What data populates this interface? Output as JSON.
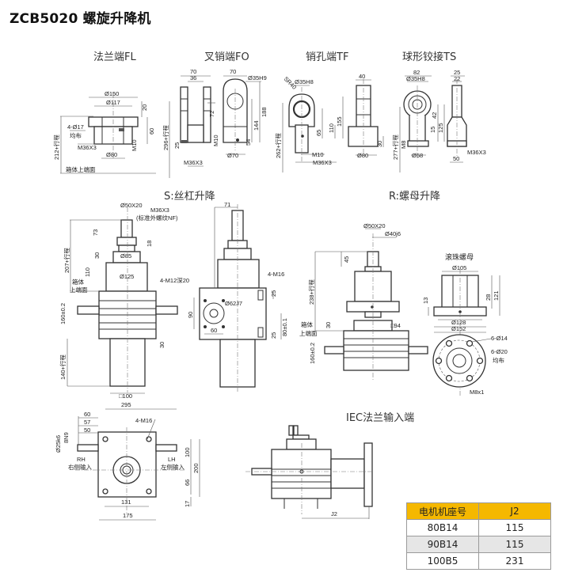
{
  "title": "ZCB5020 螺旋升降机",
  "sections": {
    "fl": "法兰端FL",
    "fo": "叉销端FO",
    "tf": "销孔端TF",
    "ts": "球形铰接TS",
    "s_lift": "S:丝杠升降",
    "r_lift": "R:螺母升降",
    "iec": "IEC法兰输入端",
    "ball_nut": "滚珠螺母"
  },
  "dims": {
    "fl": {
      "d150": "Ø150",
      "d117": "Ø117",
      "d20": "20",
      "d60": "60",
      "holes": "4-Ø17",
      "even": "均布",
      "thread": "M36X3",
      "m10": "M10",
      "d80": "Ø80",
      "stroke": "212+行程",
      "ref": "箱体上端面"
    },
    "fo": {
      "w70a": "70",
      "w36": "36",
      "w70b": "70",
      "pin": "Ø35H9",
      "h72": "72",
      "h144": "144",
      "h188": "188",
      "h54": "54",
      "h25": "25",
      "m10": "M10",
      "d70": "Ø70",
      "thread": "M36X3",
      "stroke": "296+行程"
    },
    "tf": {
      "sr": "SR40",
      "pin": "Ø35H8",
      "w40": "40",
      "h155": "155",
      "h110": "110",
      "h65": "65",
      "h30": "30",
      "m10": "M10",
      "thread": "M36X3",
      "d80": "Ø80",
      "stroke": "262+行程"
    },
    "ts": {
      "w82": "82",
      "pin": "Ø35H8",
      "w25": "25",
      "w22": "22",
      "h42": "42",
      "h125": "125",
      "h15": "15",
      "m8": "M8",
      "d58": "Ø58",
      "w50": "50",
      "thread": "M36X3",
      "stroke": "277+行程"
    },
    "s": {
      "d50": "Ø50X20",
      "thread": "M36X3",
      "thread_note": "(标准外螺纹NF)",
      "h73": "73",
      "h18": "18",
      "h30": "30",
      "d85": "Ø85",
      "h110": "110",
      "d125": "Ø125",
      "box1": "箱体",
      "box2": "上端面",
      "stroke1": "207+行程",
      "h160": "160±0.2",
      "h30b": "30",
      "stroke2": "140+行程",
      "sq100": "□100",
      "w71": "71",
      "m12": "4-M12深20",
      "m16": "4-M16",
      "h25a": "25",
      "d62": "Ø62J7",
      "h90": "90",
      "w60": "60",
      "h25b": "25",
      "h80": "80±0.1"
    },
    "r": {
      "d50": "Ø50X20",
      "d40": "Ø40j6",
      "h45": "45",
      "stroke": "238+行程",
      "h30": "30",
      "sq94": "□94",
      "box1": "箱体",
      "box2": "上端面",
      "h160": "160±0.2",
      "d105": "Ø105",
      "h13": "13",
      "h28": "28",
      "h121": "121",
      "d128": "Ø128",
      "d152": "Ø152",
      "h6": "6-Ø14",
      "h6b": "6-Ø20",
      "even": "均布",
      "m8": "M8x1"
    },
    "top": {
      "w295": "295",
      "w60": "60",
      "w57": "57",
      "w50": "50",
      "d25": "Ø25k6",
      "key": "8N9",
      "m16": "4-M16",
      "rh": "RH",
      "rh_cn": "右侧输入",
      "lh": "LH",
      "lh_cn": "左侧输入",
      "h100": "100",
      "h200": "200",
      "h66": "66",
      "h17": "17",
      "w131": "131",
      "w175": "175"
    },
    "iec": {
      "j2": "J2"
    }
  },
  "motor_table": {
    "headers": [
      "电机机座号",
      "J2"
    ],
    "rows": [
      [
        "80B14",
        "115"
      ],
      [
        "90B14",
        "115"
      ],
      [
        "100B5",
        "231"
      ]
    ],
    "header_color": "#f5b800",
    "alt_row_color": "#e6e6e6"
  }
}
